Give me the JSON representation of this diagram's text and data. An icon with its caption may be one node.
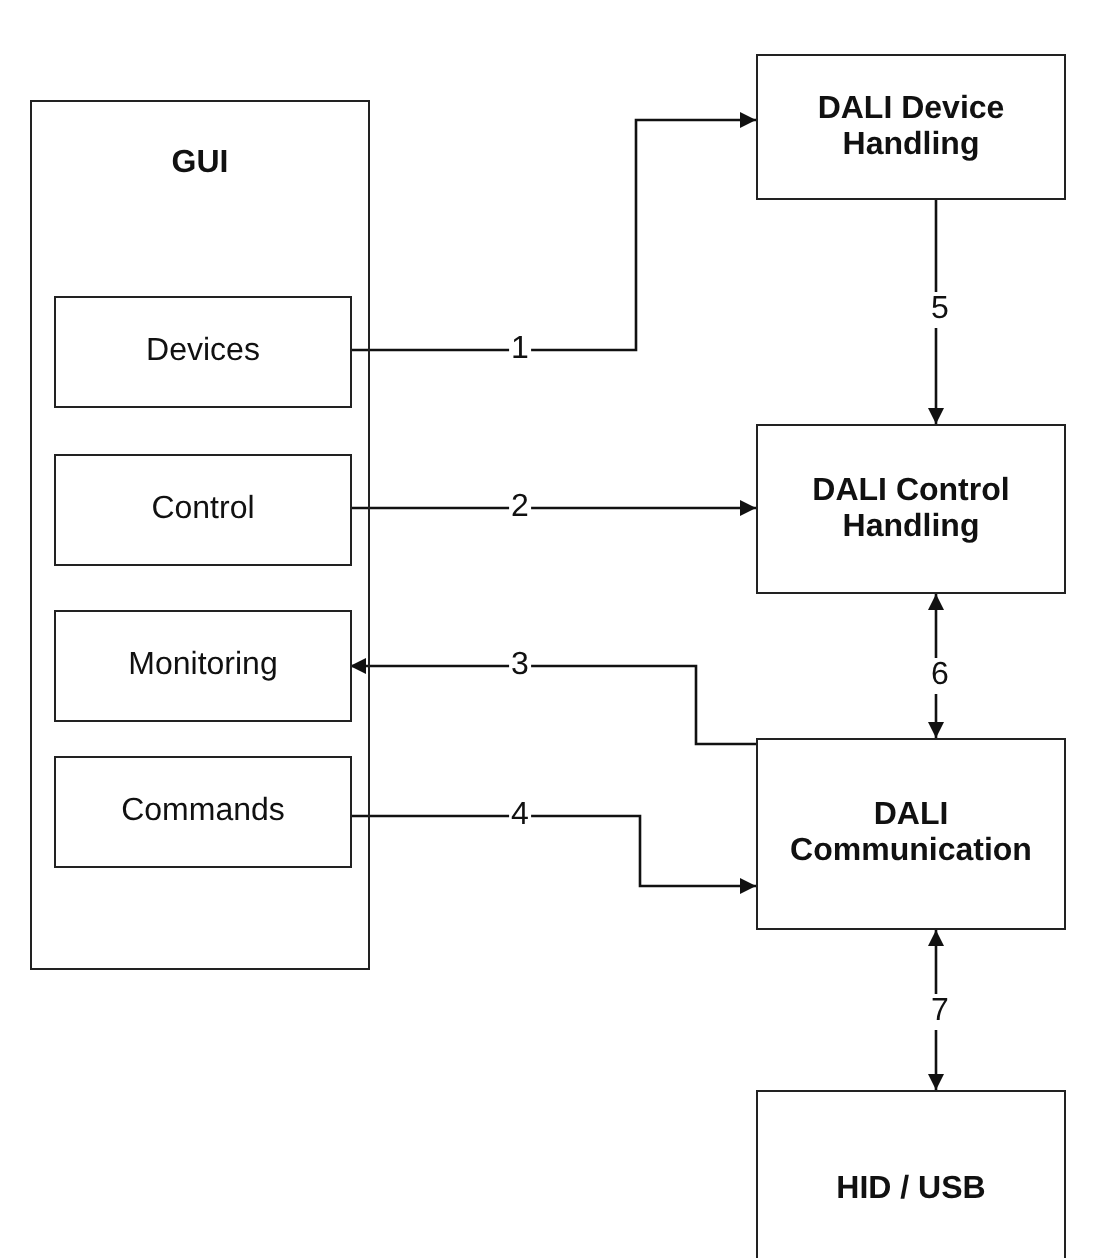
{
  "diagram": {
    "nodes": [
      {
        "text": [
          "GUI"
        ]
      },
      {
        "text": [
          "Devices"
        ],
        "in": 0
      },
      {
        "text": [
          "Control"
        ],
        "in": 0
      },
      {
        "text": [
          "Monitoring"
        ],
        "in": 0
      },
      {
        "text": [
          "Commands"
        ],
        "in": 0
      },
      {
        "text": [
          "DALI Device Handling"
        ]
      },
      {
        "text": [
          "DALI Control Handling"
        ]
      },
      {
        "text": [
          "DALI Communication"
        ]
      },
      {
        "text": [
          "HID / USB"
        ]
      }
    ],
    "edges": [
      {
        "from": 1,
        "to": 5,
        "arrow": "to",
        "label": "1"
      },
      {
        "from": 2,
        "to": 6,
        "arrow": "to",
        "label": "2"
      },
      {
        "from": 7,
        "to": 3,
        "arrow": "to",
        "label": "3"
      },
      {
        "from": 4,
        "to": 7,
        "arrow": "to",
        "label": "4"
      },
      {
        "from": 5,
        "to": 6,
        "arrow": "to",
        "label": "5"
      },
      {
        "from": 6,
        "to": 7,
        "arrow": "both",
        "label": "6"
      },
      {
        "from": 7,
        "to": 8,
        "arrow": "both",
        "label": "7"
      }
    ]
  }
}
